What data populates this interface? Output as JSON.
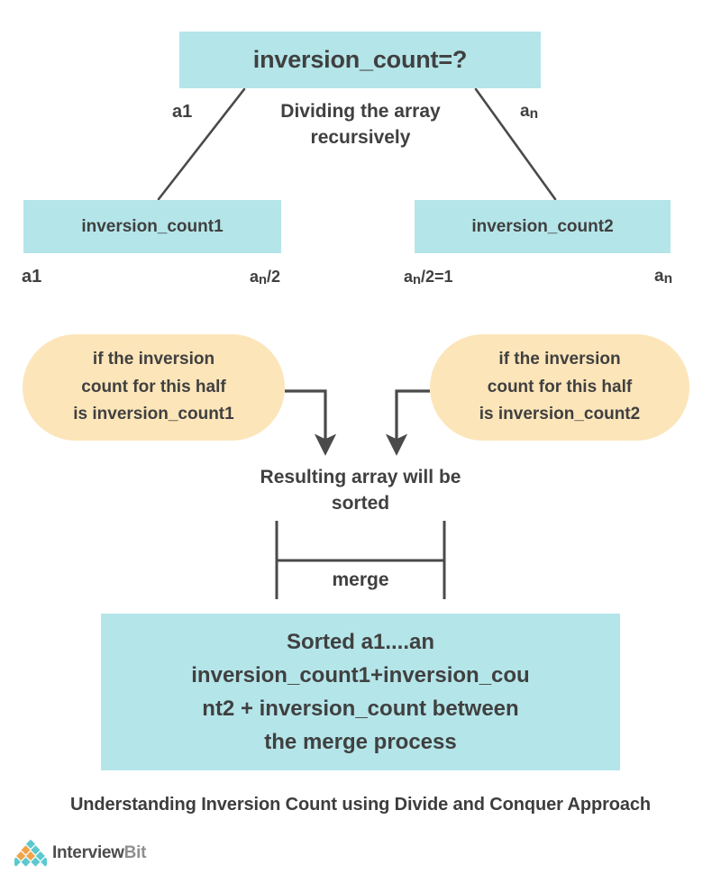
{
  "colors": {
    "blue_box": "#b4e5e9",
    "orange_box": "#fce5b9",
    "line": "#4a4a4a",
    "text": "#404040",
    "logo_teal": "#5cc9cf",
    "logo_orange": "#f0a44a",
    "background": "#ffffff"
  },
  "diagram": {
    "root": {
      "label": "inversion_count=?"
    },
    "split_caption": "Dividing the array recursively",
    "edge_labels": {
      "left_branch": "a1",
      "right_branch_base": "a",
      "right_branch_sub": "n"
    },
    "level2": {
      "left": {
        "label": "inversion_count1"
      },
      "right": {
        "label": "inversion_count2"
      }
    },
    "range_labels": {
      "left_start": "a1",
      "left_end_base": "a",
      "left_end_sub": "n",
      "left_end_tail": "/2",
      "right_start_base": "a",
      "right_start_sub": "n",
      "right_start_tail": "/2=1",
      "right_end_base": "a",
      "right_end_sub": "n"
    },
    "conditions": {
      "left": {
        "line1": "if the inversion",
        "line2": "count for this half",
        "line3": "is inversion_count1"
      },
      "right": {
        "line1": "if the inversion",
        "line2": "count for this half",
        "line3": "is inversion_count2"
      }
    },
    "resulting_text": "Resulting array will be sorted",
    "merge_label": "merge",
    "final": {
      "line1": "Sorted a1....an",
      "line2": "inversion_count1+inversion_cou",
      "line3": "nt2 + inversion_count between",
      "line4": "the merge process"
    }
  },
  "caption": "Understanding Inversion Count using Divide and Conquer Approach",
  "logo": {
    "name_bold": "Interview",
    "name_light": "Bit",
    "icon": "interviewbit-diamonds-icon"
  }
}
